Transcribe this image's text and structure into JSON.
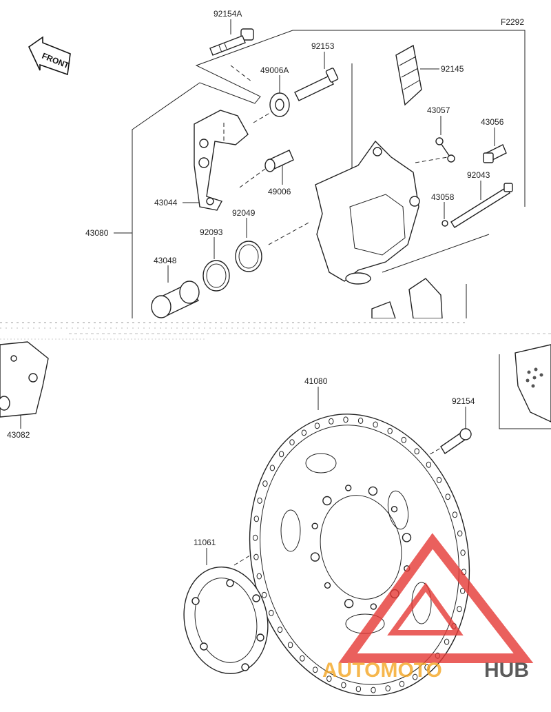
{
  "figure_code": "F2292",
  "front_indicator": "FRONT",
  "watermark": {
    "part1": "AUTOMOTO",
    "part2": "HUB",
    "color_red": "#e53935",
    "color_orange": "#f5a623",
    "color_dark": "#333333"
  },
  "part_labels": {
    "p92154A": "92154A",
    "p92153": "92153",
    "p92145": "92145",
    "p49006A": "49006A",
    "p43057": "43057",
    "p43056": "43056",
    "p49006": "49006",
    "p92043": "92043",
    "p43044": "43044",
    "p43058": "43058",
    "p92049": "92049",
    "p43080": "43080",
    "p92093": "92093",
    "p43048": "43048",
    "p41080": "41080",
    "p92154": "92154",
    "p43082": "43082",
    "p11061": "11061"
  }
}
